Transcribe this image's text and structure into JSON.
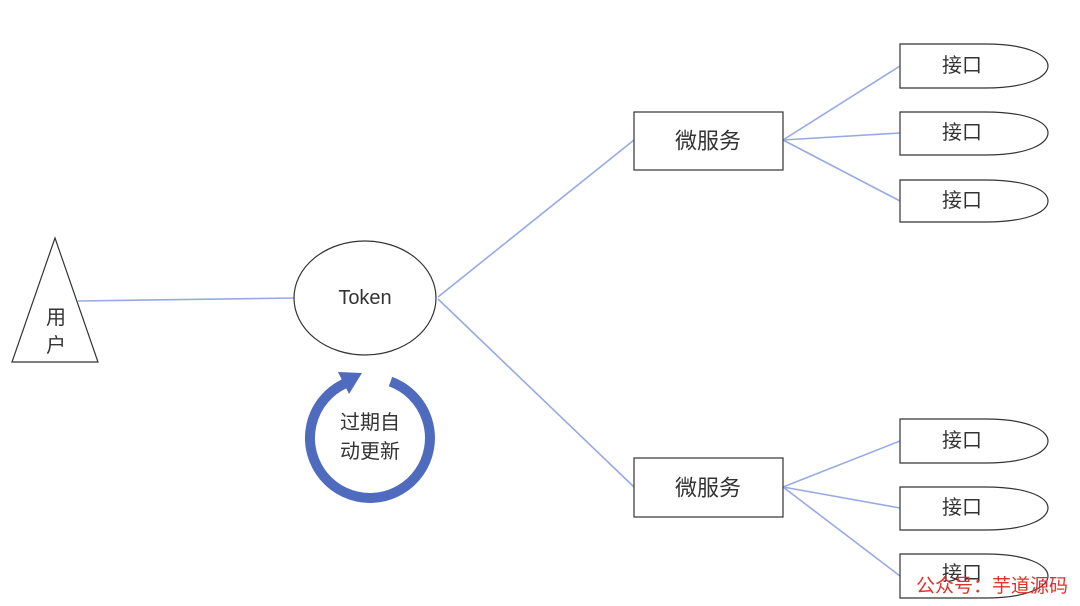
{
  "user": {
    "lines": [
      "用",
      "户"
    ]
  },
  "token": {
    "label": "Token"
  },
  "refresh": {
    "lines": [
      "过期自",
      "动更新"
    ]
  },
  "services": [
    {
      "label": "微服务",
      "interfaces": [
        {
          "label": "接口"
        },
        {
          "label": "接口"
        },
        {
          "label": "接口"
        }
      ]
    },
    {
      "label": "微服务",
      "interfaces": [
        {
          "label": "接口"
        },
        {
          "label": "接口"
        },
        {
          "label": "接口"
        }
      ]
    }
  ],
  "watermark": "公众号：芋道源码",
  "colors": {
    "edge": "#98aae2",
    "refresh_arrow": "#4f6bbd",
    "outline": "#333333",
    "watermark": "#e0302a"
  }
}
